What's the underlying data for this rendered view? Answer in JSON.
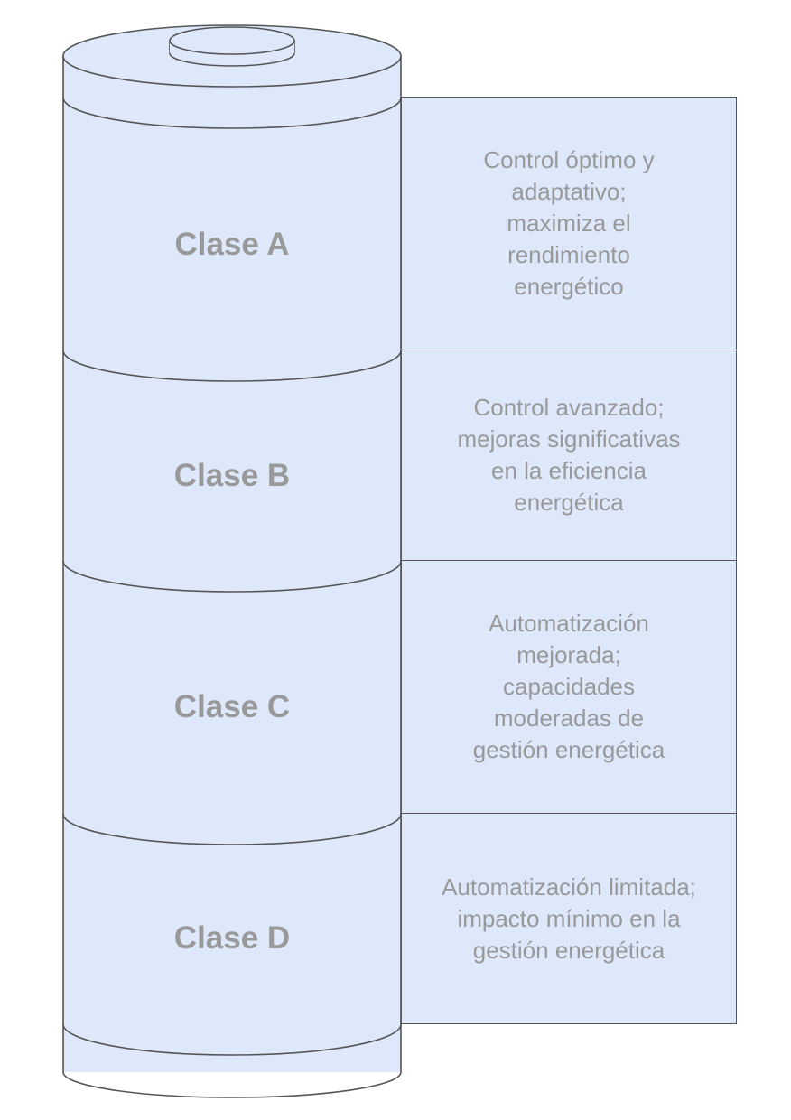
{
  "colors": {
    "fill": "#dde8fb",
    "stroke": "#555555",
    "text": "#999999"
  },
  "classes": [
    {
      "name": "Clase A",
      "description": "Control óptimo y adaptativo; maximiza el rendimiento energético"
    },
    {
      "name": "Clase B",
      "description": "Control avanzado; mejoras significativas en la eficiencia energética"
    },
    {
      "name": "Clase C",
      "description": "Automatización mejorada; capacidades moderadas de gestión energética"
    },
    {
      "name": "Clase D",
      "description": "Automatización limitada; impacto mínimo en la gestión energética"
    }
  ]
}
